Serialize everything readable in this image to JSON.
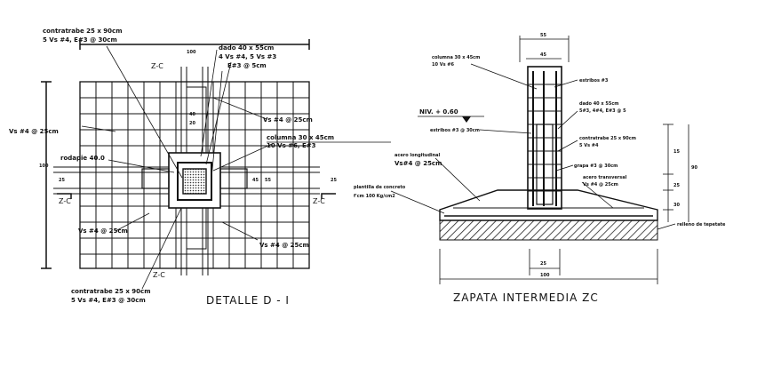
{
  "titles": {
    "left": "DETALLE D - I",
    "right": "ZAPATA INTERMEDIA ZC"
  },
  "left_detail": {
    "top_beam": [
      "contratrabe 25 x 90cm",
      "5 Vs #4, E#3 @ 30cm"
    ],
    "dado": [
      "dado 40 x 55cm",
      "4 Vs #4, 5 Vs #3",
      "E#3 @ 5cm"
    ],
    "zc_top": "Z-C",
    "dim_top": "100",
    "dim_40": "40",
    "dim_20": "20",
    "vs_top_right": "Vs #4 @ 25cm",
    "column": [
      "columna 30 x 45cm",
      "10 Vs #6, E#3"
    ],
    "vs_left": "Vs #4 @ 25cm",
    "dim_100_left": "100",
    "rodapie": "rodapie 40.0",
    "dim_25_left": "25",
    "dim_45": "45",
    "dim_55": "55",
    "dim_25_right": "25",
    "zc_left": "Z-C",
    "zc_right": "Z-C",
    "vs_bottom_left": "Vs #4 @ 25cm",
    "vs_bottom_right": "Vs #4 @ 25cm",
    "zc_bottom": "Z-C",
    "bottom_beam": [
      "contratrabe 25 x 90cm",
      "5 Vs #4, E#3 @ 30cm"
    ]
  },
  "right_detail": {
    "dim_top": "55",
    "dim_45": "45",
    "column": [
      "columna 30 x 45cm",
      "10 Vs #6"
    ],
    "estribos": "estribos #3",
    "dado": [
      "dado 40 x 55cm",
      "5#3, 4#4, E#3 @ 5"
    ],
    "level": "NIV. + 0.60",
    "estribos_spacing": "estribos #3 @ 30cm",
    "contratrabe": [
      "contratrabe 25 x 90cm",
      "5 Vs #4"
    ],
    "acero_long": [
      "acero longitudinal",
      "Vs#4 @ 25cm"
    ],
    "grapa": "grapa #3 @ 30cm",
    "acero_trans": [
      "acero transversal",
      "Vs #4 @ 25cm"
    ],
    "plantilla": [
      "plantilla de concreto",
      "f'cm 100 Kg/cm2"
    ],
    "relleno": "relleno de tepetate",
    "dim_right_15": "15",
    "dim_right_90": "90",
    "dim_right_25": "25",
    "dim_right_30": "30",
    "dim_bottom_25": "25",
    "dim_bottom_100": "100"
  }
}
